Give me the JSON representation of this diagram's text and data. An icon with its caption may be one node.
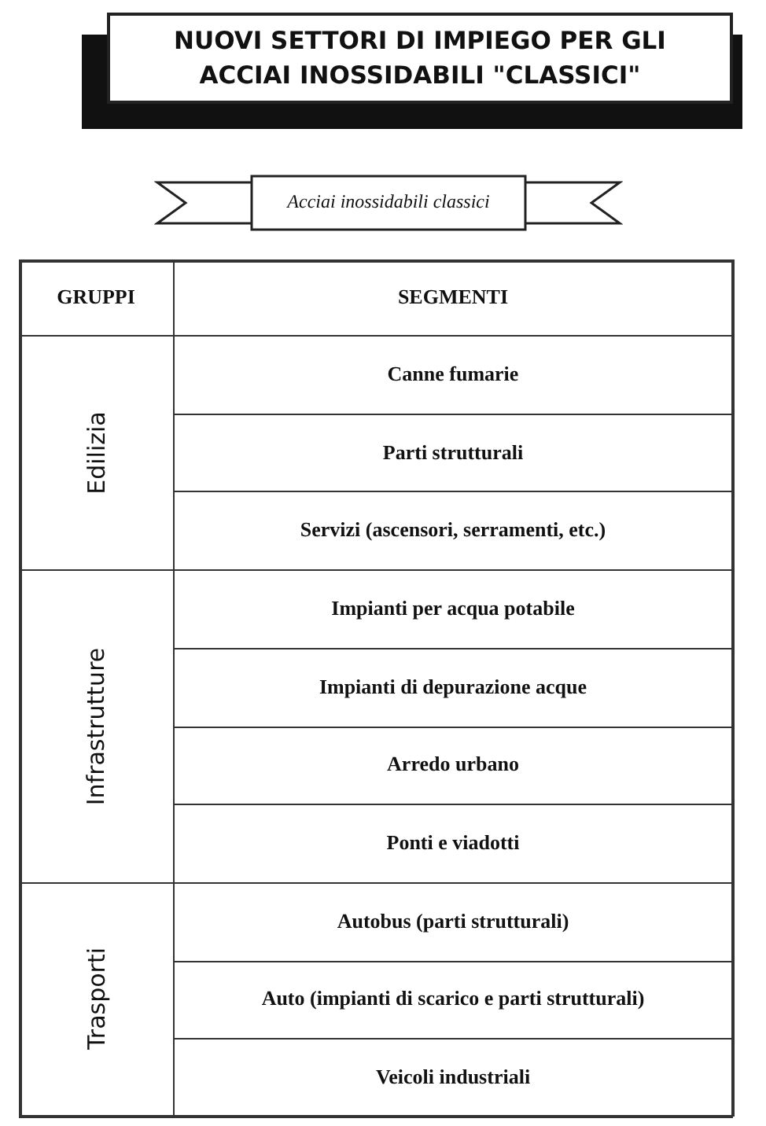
{
  "diagram": {
    "title": "NUOVI SETTORI DI IMPIEGO PER GLI ACCIAI INOSSIDABILI \"CLASSICI\"",
    "labels": [
      "Acciai inossidabili classici",
      "GRUPPI",
      "SEGMENTI",
      "Edilizia",
      "Canne fumarie",
      "Parti strutturali",
      "Servizi (ascensori, serramenti, etc.)",
      "Infrastrutture",
      "Impianti per acqua potabile",
      "Impianti di depurazione acque",
      "Arredo urbano",
      "Ponti e viadotti",
      "Trasporti",
      "Autobus (parti strutturali)",
      "Auto (impianti di scarico e parti strutturali)",
      "Veicoli industriali"
    ]
  }
}
